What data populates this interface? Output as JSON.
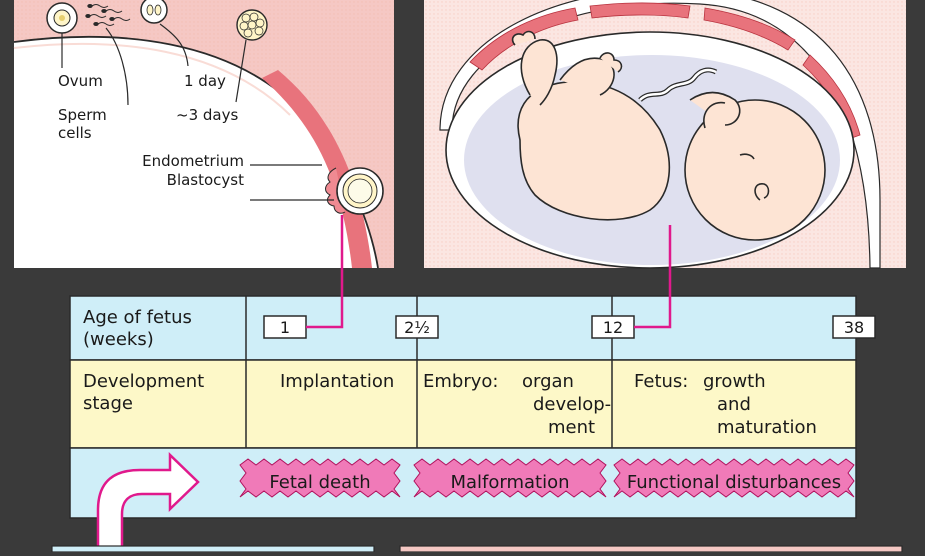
{
  "labels": {
    "ovum": "Ovum",
    "sperm_line1": "Sperm",
    "sperm_line2": "cells",
    "one_day": "1 day",
    "three_days": "~3 days",
    "endometrium": "Endometrium",
    "blastocyst": "Blastocyst"
  },
  "table": {
    "header": {
      "line1": "Age of fetus",
      "line2": "(weeks)"
    },
    "weeks": [
      "1",
      "2½",
      "12",
      "38"
    ],
    "stage_label": {
      "line1": "Development",
      "line2": "stage"
    },
    "implantation": "Implantation",
    "embryo": {
      "title": "Embryo:",
      "l1": "organ",
      "l2": "develop-",
      "l3": "ment"
    },
    "fetus": {
      "title": "Fetus:",
      "l1": "growth",
      "l2": "and",
      "l3": "maturation"
    }
  },
  "risks": [
    "Fetal death",
    "Malformation",
    "Functional disturbances"
  ],
  "colors": {
    "background": "#3a3a3a",
    "uterus_pink": "#f4c2c2",
    "endometrium_red": "#e8707a",
    "header_blue": "#cfeef8",
    "stage_yellow": "#fdf8c8",
    "risk_magenta": "#f07ab8",
    "connector_magenta": "#e0198c",
    "fetus_skin": "#fde4d4"
  }
}
